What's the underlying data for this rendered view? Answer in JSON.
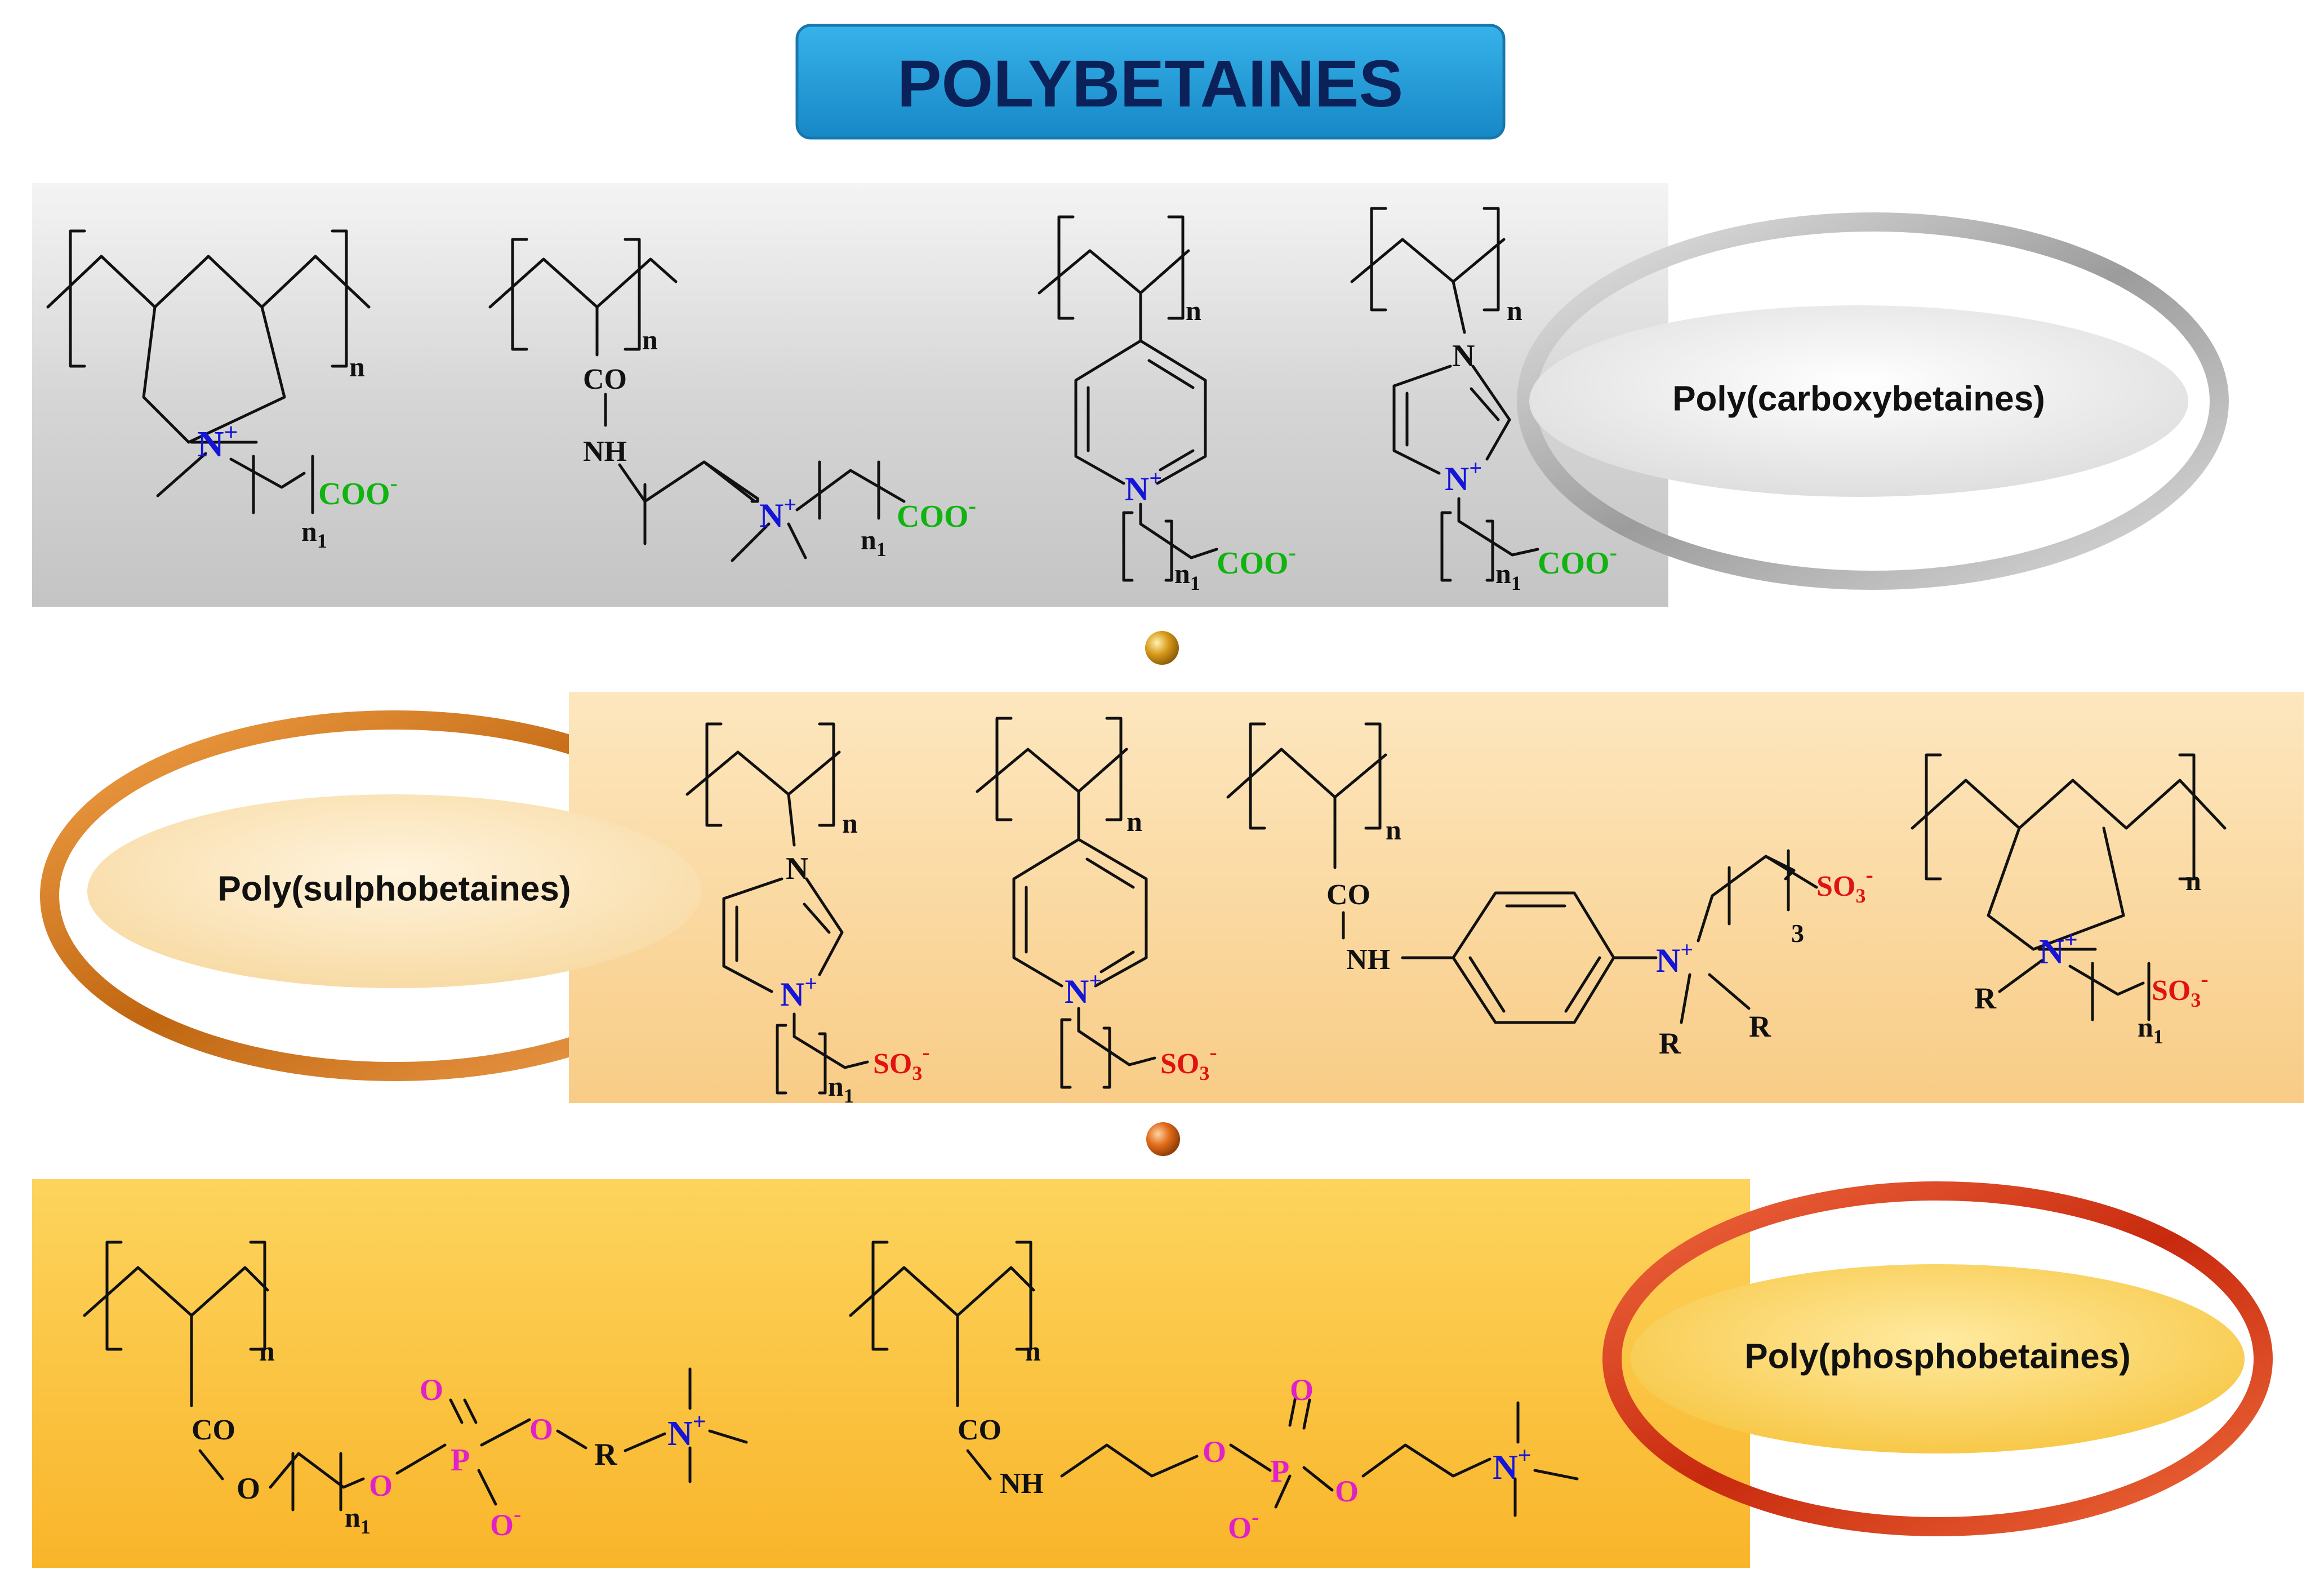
{
  "title": "POLYBETAINES",
  "labels": {
    "carboxy": "Poly(carboxybetaines)",
    "sulpho": "Poly(sulphobetaines)",
    "phospho": "Poly(phosphobetaines)"
  },
  "atoms": {
    "n": "n",
    "n1_main": "n",
    "n1_sub": "1",
    "three": "3",
    "nplus_main": "N",
    "nplus_sup": "+",
    "n_ring": "N",
    "co": "CO",
    "nh": "NH",
    "coo_main": "COO",
    "coo_sup": "-",
    "so3_main": "SO",
    "so3_sub": "3",
    "so3_sup": "-",
    "r": "R",
    "o": "O",
    "p": "P",
    "o_minus_main": "O",
    "o_minus_sup": "-"
  },
  "colors": {
    "title_fill": "#1f9bd7",
    "title_text": "#0b2159",
    "nitrogen_plus": "#1515d8",
    "carboxylate": "#10b310",
    "sulphonate": "#e01212",
    "phosphate": "#e020c8",
    "panel_carboxy": "#d4d4d4",
    "panel_sulpho": "#fad79a",
    "panel_phospho": "#fcc43e",
    "ring_carboxy": "#a8a8a8",
    "ring_sulpho": "#d2781a",
    "ring_phospho": "#d83a18"
  }
}
